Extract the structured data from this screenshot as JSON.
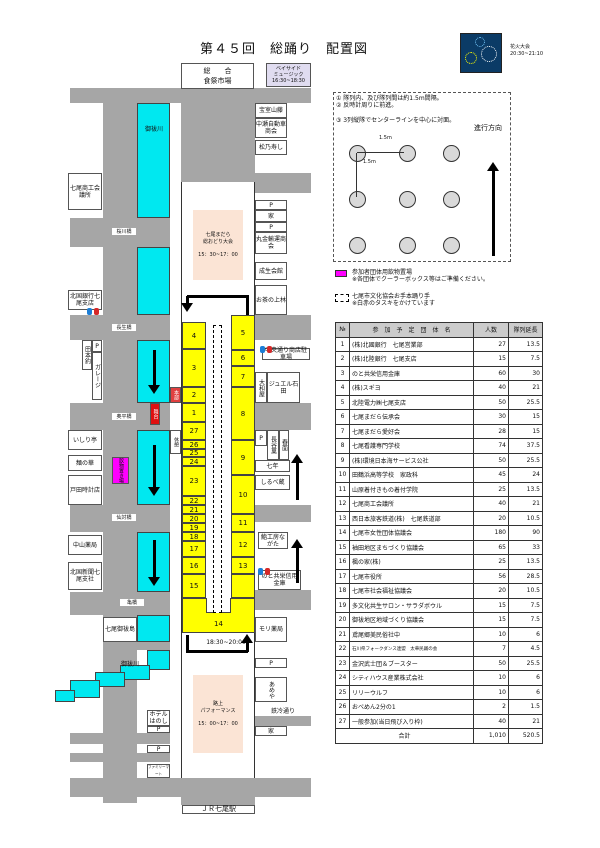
{
  "title": "第４５回　総踊り　配置図",
  "fireworks": {
    "label": "花火大会",
    "time": "20:30~21:10"
  },
  "map": {
    "top_venue": {
      "line1": "総　　合",
      "line2": "食祭市場"
    },
    "bayside": {
      "line1": "ベイサイド",
      "line2": "ミュージック",
      "time": "16:30~18:30"
    },
    "river_name": "御祓川",
    "river_name_lower": "御祓川",
    "event_box": {
      "line1": "七尾まだら",
      "line2": "総おどり大会",
      "time": "15：30~17：00"
    },
    "performance_box": {
      "line1": "路上",
      "line2": "パフォーマンス",
      "time": "15：00~17：00"
    },
    "dance_time": "18:30~20:00",
    "station": "ＪＲ七尾駅",
    "bridges": [
      "桜川橋",
      "長生橋",
      "奥平橋",
      "仙対橋",
      "亀橋"
    ],
    "left_buildings": [
      "七尾商工会議所",
      "北国銀行七尾支店",
      "田本釣",
      "P",
      "ガレージ",
      "いしり亭",
      "麺の華",
      "戸田時計店",
      "中山薬局",
      "北国新聞七尾支社",
      "七尾御祓島",
      "ホテルはのし",
      "P",
      "P",
      "ファミリーマート"
    ],
    "right_buildings": [
      "宝室山藤",
      "中瀬自動車商会",
      "松乃寿し",
      "P",
      "家",
      "P",
      "丸金輸運商会",
      "成生会館",
      "お茶の上林",
      "中央通り商店駐車場",
      "大和屋",
      "ジュエル石田",
      "P",
      "長谷菓",
      "春面",
      "七年",
      "しるべ蔵",
      "鮨工房ながた",
      "のと共栄信用金庫",
      "モリ薬局",
      "P",
      "あめや",
      "鉄冷通り",
      "家"
    ],
    "honbu": "本部",
    "stage": "舞台",
    "kyusan": "休憩",
    "drinks": "飲物置き場",
    "left_blocks": [
      "4",
      "3",
      "2",
      "1",
      "27",
      "26",
      "25",
      "24",
      "23",
      "22",
      "21",
      "20",
      "19",
      "18",
      "17",
      "16",
      "15"
    ],
    "right_blocks": [
      "5",
      "6",
      "7",
      "8",
      "9",
      "10",
      "11",
      "12",
      "13"
    ],
    "bottom_block": "14"
  },
  "notes": {
    "line1": "①  隊列内、及び隊列間は約1.5m間隔。",
    "line2": "②  反時計周りに前進。",
    "line3": "③  3列縦隊でセンターラインを中心に対面。",
    "direction": "進行方向",
    "spacing_h": "1.5m",
    "spacing_v": "1.5m"
  },
  "legend": {
    "drinks_line1": "参加者団体用飲物置場",
    "drinks_line2": "※各団体でクーラーボックス等はご準備ください。",
    "teacher_line1": "七尾市文化協会お手本踊り手",
    "teacher_line2": "※白赤のタスキをかけています",
    "drinks_color": "#ff00ff"
  },
  "table": {
    "headers": [
      "№",
      "参　加　予　定　団　体　名",
      "人数",
      "隊列延長"
    ],
    "rows": [
      [
        "1",
        "(株)北國銀行　七尾営業部",
        "27",
        "13.5"
      ],
      [
        "2",
        "(株)北陸銀行　七尾支店",
        "15",
        "7.5"
      ],
      [
        "3",
        "のと共栄信用金庫",
        "60",
        "30"
      ],
      [
        "4",
        "(株)スギヨ",
        "40",
        "21"
      ],
      [
        "5",
        "北陸電力㈱七尾支店",
        "50",
        "25.5"
      ],
      [
        "6",
        "七尾まだら伝承会",
        "30",
        "15"
      ],
      [
        "7",
        "七尾まだら愛好会",
        "28",
        "15"
      ],
      [
        "8",
        "七尾看護専門学校",
        "74",
        "37.5"
      ],
      [
        "9",
        "(株)環境日本海サービス公社",
        "50",
        "25.5"
      ],
      [
        "10",
        "田鶴浜高等学校　家政科",
        "45",
        "24"
      ],
      [
        "11",
        "山原着付きもの着付学院",
        "25",
        "13.5"
      ],
      [
        "12",
        "七尾商工会議所",
        "40",
        "21"
      ],
      [
        "13",
        "西日本旅客鉄道(株)　七尾鉄道部",
        "20",
        "10.5"
      ],
      [
        "14",
        "七尾市女性団体協議会",
        "180",
        "90"
      ],
      [
        "15",
        "袖田地区まちづくり協議会",
        "65",
        "33"
      ],
      [
        "16",
        "楓の家(株)",
        "25",
        "13.5"
      ],
      [
        "17",
        "七尾市役所",
        "56",
        "28.5"
      ],
      [
        "18",
        "七尾市社会福祉協議会",
        "20",
        "10.5"
      ],
      [
        "19",
        "多文化共生サロン・サラダボウル",
        "15",
        "7.5"
      ],
      [
        "20",
        "御祓地区地域づくり協議会",
        "15",
        "7.5"
      ],
      [
        "21",
        "鳶尾郷美民俗社中",
        "10",
        "6"
      ],
      [
        "22",
        "石川県フォークダンス連盟　太華民踊の会",
        "7",
        "4.5"
      ],
      [
        "23",
        "金沢武士団＆ブースター",
        "50",
        "25.5"
      ],
      [
        "24",
        "シティハウス産業株式会社",
        "10",
        "6"
      ],
      [
        "25",
        "リリーウルフ",
        "10",
        "6"
      ],
      [
        "26",
        "おべめん2分の1",
        "2",
        "1.5"
      ],
      [
        "27",
        "一般参加(当日飛び入り枠)",
        "40",
        "21"
      ]
    ],
    "total": {
      "label": "合計",
      "people": "1,010",
      "length": "520.5"
    }
  }
}
